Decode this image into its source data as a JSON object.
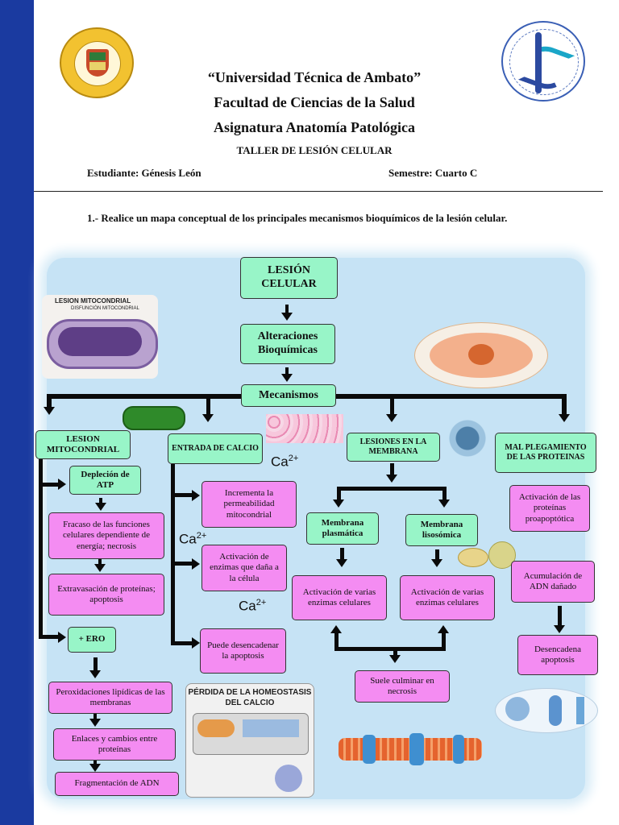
{
  "header": {
    "university": "“Universidad Técnica de Ambato”",
    "faculty": "Facultad de Ciencias de la Salud",
    "subject": "Asignatura Anatomía Patológica",
    "workshop": "TALLER DE LESIÓN CELULAR",
    "student": "Estudiante: Génesis León",
    "semester": "Semestre: Cuarto C"
  },
  "question": "1.- Realice un mapa conceptual de los principales mecanismos bioquímicos de la lesión celular.",
  "map": {
    "root": "LESIÓN CELULAR",
    "alterations": "Alteraciones Bioquímicas",
    "mechanisms": "Mecanismos",
    "mito": {
      "title": "LESION MITOCONDRIAL",
      "depletion": "Depleción de ATP",
      "failure": "Fracaso de las funciones celulares dependiente de energía; necrosis",
      "extravasation": "Extravasación de proteínas; apoptosis",
      "ero": "+ ERO",
      "perox": "Peroxidaciones lipídicas de las membranas",
      "links": "Enlaces y cambios entre proteínas",
      "frag": "Fragmentación de ADN"
    },
    "calcium": {
      "title": "ENTRADA DE CALCIO",
      "perm": "Incrementa la permeabilidad mitocondrial",
      "enzymes": "Activación de enzimas que daña a la célula",
      "apop": "Puede desencadenar la apoptosis",
      "ca_label": "Ca",
      "ca_sup": "2+"
    },
    "membrane": {
      "title": "LESIONES EN LA MEMBRANA",
      "plasma": "Membrana plasmática",
      "lyso": "Membrana lisosómica",
      "act1": "Activación de varias enzimas celulares",
      "act2": "Activación de varias enzimas celulares",
      "necrosis": "Suele culminar en necrosis"
    },
    "protein": {
      "title": "MAL PLEGAMIENTO DE LAS PROTEINAS",
      "act": "Activación de las proteínas proapoptótica",
      "accum": "Acumulación de ADN dañado",
      "apop": "Desencadena apoptosis"
    }
  },
  "images": {
    "mito_title": "LESION MITOCONDRIAL",
    "mito_sub": "DISFUNCIÓN MITOCONDRIAL",
    "homeo_title": "PÉRDIDA DE LA HOMEOSTASIS DEL CALCIO"
  },
  "colors": {
    "sidebar": "#1a3aa0",
    "green_box": "#98f5c8",
    "pink_box": "#f48cf2",
    "panel": "#c6e3f5"
  }
}
